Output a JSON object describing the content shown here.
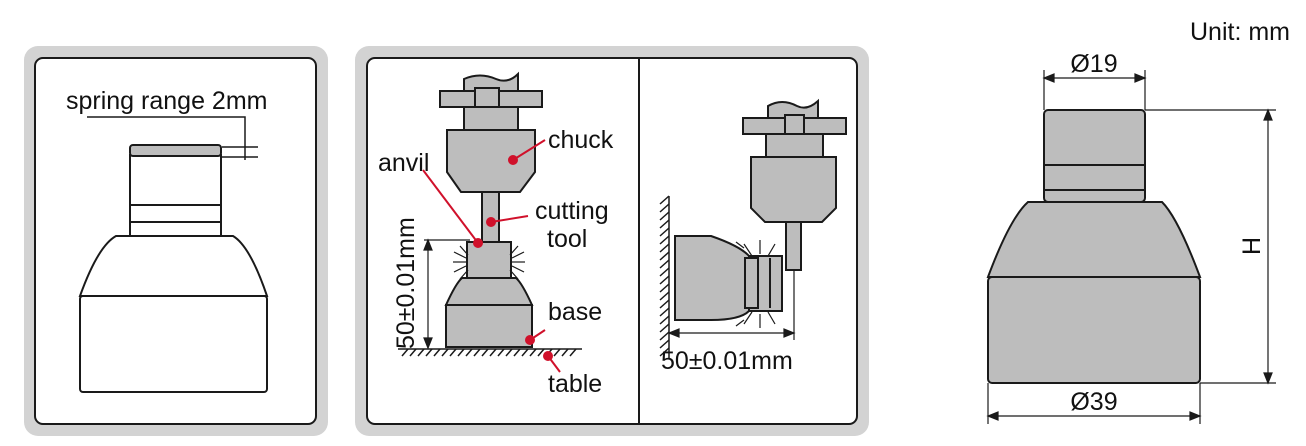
{
  "unit_label": "Unit: mm",
  "panel_spring": {
    "label": "spring range 2mm"
  },
  "panel_usage": {
    "labels": {
      "chuck": "chuck",
      "anvil": "anvil",
      "cutting_line1": "cutting",
      "cutting_line2": "tool",
      "base": "base",
      "table": "table",
      "height_dim": "50±0.01mm",
      "width_dim": "50±0.01mm"
    },
    "colors": {
      "leader": "#d0112b",
      "gray_fill": "#bdbdbd",
      "frame": "#d0d0d0"
    }
  },
  "dimensions": {
    "top_diameter": "Ø19",
    "bottom_diameter": "Ø39",
    "height": "H"
  }
}
